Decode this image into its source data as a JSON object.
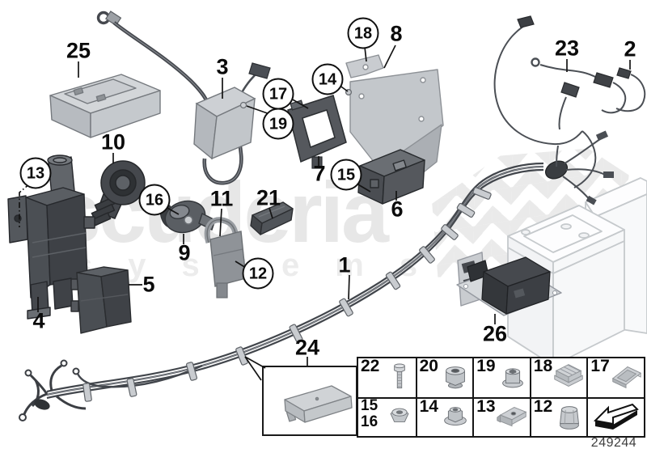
{
  "watermark": {
    "brand": "scuderia",
    "sub": "systems"
  },
  "doc_number": "249244",
  "callouts": [
    {
      "label": "25",
      "circled": false
    },
    {
      "label": "3",
      "circled": false
    },
    {
      "label": "18",
      "circled": true
    },
    {
      "label": "8",
      "circled": false
    },
    {
      "label": "14",
      "circled": true
    },
    {
      "label": "17",
      "circled": true
    },
    {
      "label": "19",
      "circled": true
    },
    {
      "label": "23",
      "circled": false
    },
    {
      "label": "2",
      "circled": false
    },
    {
      "label": "10",
      "circled": false
    },
    {
      "label": "13",
      "circled": true
    },
    {
      "label": "16",
      "circled": true
    },
    {
      "label": "11",
      "circled": false
    },
    {
      "label": "21",
      "circled": false
    },
    {
      "label": "7",
      "circled": false
    },
    {
      "label": "15",
      "circled": true
    },
    {
      "label": "6",
      "circled": false
    },
    {
      "label": "9",
      "circled": false
    },
    {
      "label": "12",
      "circled": true
    },
    {
      "label": "5",
      "circled": false
    },
    {
      "label": "4",
      "circled": false
    },
    {
      "label": "1",
      "circled": false
    },
    {
      "label": "26",
      "circled": false
    },
    {
      "label": "24",
      "circled": false
    }
  ],
  "legend": {
    "cells": [
      {
        "num": "22",
        "icon": "hex-bolt"
      },
      {
        "num": "20",
        "icon": "collar-nut"
      },
      {
        "num": "19",
        "icon": "cap-nut"
      },
      {
        "num": "18",
        "icon": "expansion-clip"
      },
      {
        "num": "17",
        "icon": "slide-clip"
      },
      {
        "num": "15",
        "num2": "16",
        "icon": "lock-nut"
      },
      {
        "num": "14",
        "icon": "flange-nut"
      },
      {
        "num": "13",
        "icon": "speed-clip"
      },
      {
        "num": "12",
        "icon": "cover-cap"
      },
      {
        "num": "",
        "icon": "direction-arrow"
      }
    ]
  },
  "colors": {
    "light_part": "#c9ccd0",
    "dark_part": "#45484d",
    "cable": "#42464c",
    "watermark_gray": "#e7e7e7",
    "outline": "#161616"
  }
}
